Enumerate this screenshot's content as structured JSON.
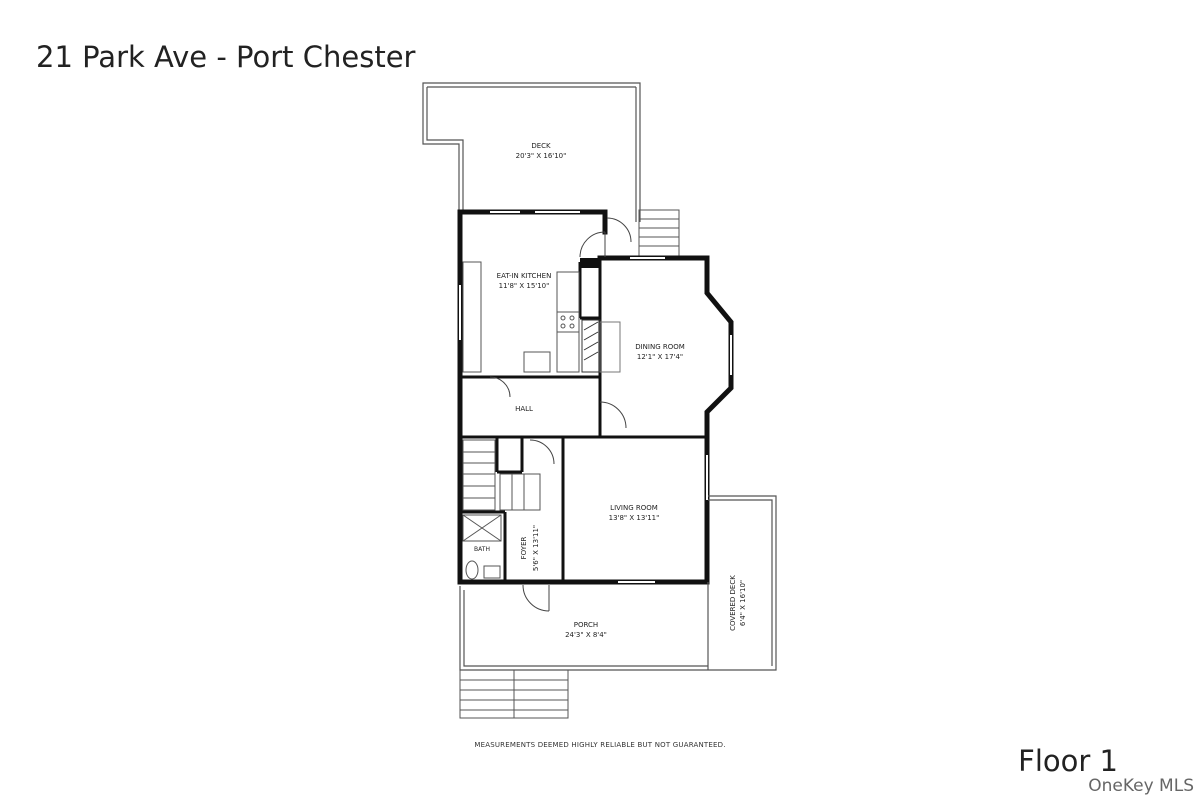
{
  "header": {
    "title": "21 Park Ave - Port Chester"
  },
  "footer": {
    "disclaimer": "MEASUREMENTS DEEMED HIGHLY RELIABLE BUT NOT GUARANTEED.",
    "floor": "Floor 1",
    "watermark": "OneKey MLS"
  },
  "rooms": {
    "deck": {
      "name": "DECK",
      "size": "20'3\" X 16'10\""
    },
    "kitchen": {
      "name": "EAT-IN KITCHEN",
      "size": "11'8\" X 15'10\""
    },
    "dining": {
      "name": "DINING ROOM",
      "size": "12'1\" X 17'4\""
    },
    "hall": {
      "name": "HALL"
    },
    "living": {
      "name": "LIVING ROOM",
      "size": "13'8\" X 13'11\""
    },
    "bath": {
      "name": "BATH"
    },
    "foyer": {
      "name": "FOYER",
      "size": "5'6\" X 13'11\""
    },
    "porch": {
      "name": "PORCH",
      "size": "24'3\" X 8'4\""
    },
    "covered_deck": {
      "name": "COVERED DECK",
      "size": "6'4\" X 16'10\""
    }
  }
}
